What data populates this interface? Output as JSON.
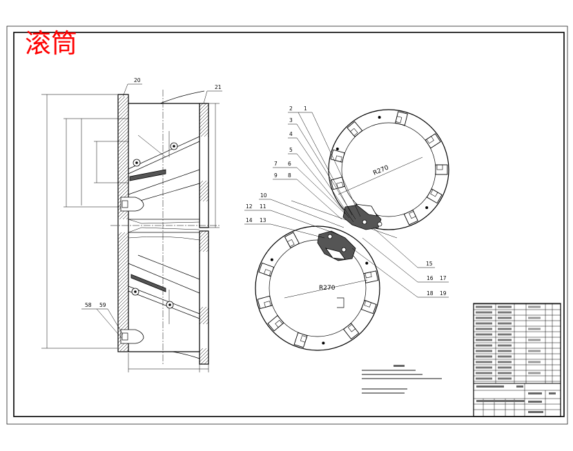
{
  "title": "滚筒",
  "colors": {
    "title": "#ff0000",
    "line": "#000000",
    "paper": "#ffffff"
  },
  "part_numbers": {
    "p1": "1",
    "p2": "2",
    "p3": "3",
    "p4": "4",
    "p5": "5",
    "p6": "6",
    "p7": "7",
    "p8": "8",
    "p9": "9",
    "p10": "10",
    "p11": "11",
    "p12": "12",
    "p13": "13",
    "p14": "14",
    "p15": "15",
    "p16": "16",
    "p17": "17",
    "p18": "18",
    "p19": "19",
    "p20": "20",
    "p21": "21",
    "p58": "58",
    "p59": "59"
  },
  "radius_labels": {
    "top_roller": "R270",
    "bottom_roller": "R270"
  }
}
